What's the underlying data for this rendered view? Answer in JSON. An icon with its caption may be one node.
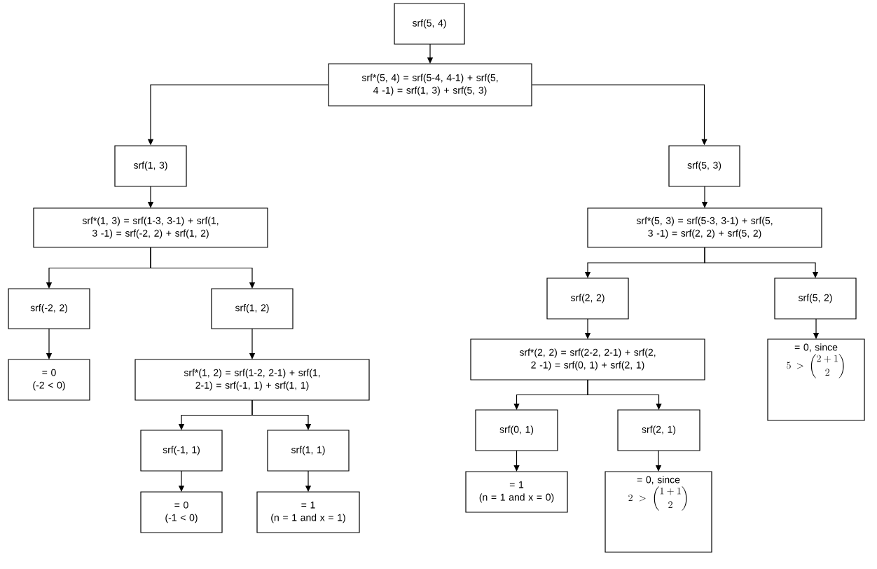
{
  "diagram": {
    "nodes": [
      {
        "text": [
          "srf(5, 4)"
        ]
      },
      {
        "text": [
          "srf*(5, 4) = srf(5-4, 4-1) + srf(5, 4 -1) = srf(1, 3) + srf(5, 3)"
        ]
      },
      {
        "text": [
          "srf(1, 3)"
        ]
      },
      {
        "text": [
          "srf*(1, 3) = srf(1-3, 3-1) + srf(1, 3 -1) = srf(-2, 2) + srf(1, 2)"
        ]
      },
      {
        "text": [
          "srf(-2, 2)"
        ]
      },
      {
        "text": [
          "srf(1, 2)"
        ]
      },
      {
        "text": [
          "= 0",
          "(-2 < 0)"
        ]
      },
      {
        "text": [
          "srf*(1, 2) = srf(1-2, 2-1) + srf(1, 2-1) = srf(-1, 1) + srf(1, 1)"
        ]
      },
      {
        "text": [
          "srf(-1, 1)"
        ]
      },
      {
        "text": [
          "srf(1, 1)"
        ]
      },
      {
        "text": [
          "= 0",
          "(-1 < 0)"
        ]
      },
      {
        "text": [
          "= 1",
          "(n = 1 and x = 1)"
        ]
      },
      {
        "text": [
          "srf(5, 3)"
        ]
      },
      {
        "text": [
          "srf*(5, 3) = srf(5-3, 3-1) + srf(5, 3 -1) = srf(2, 2) + srf(5, 2)"
        ]
      },
      {
        "text": [
          "srf(2, 2)"
        ]
      },
      {
        "text": [
          "srf(5, 2)"
        ]
      },
      {
        "text": [
          "srf*(2, 2) = srf(2-2, 2-1) + srf(2, 2 -1) = srf(0, 1) + srf(2, 1)"
        ]
      },
      {
        "text": [
          "= 0, since",
          "5 > \\binom{2+1}{2}"
        ]
      },
      {
        "text": [
          "srf(0, 1)"
        ]
      },
      {
        "text": [
          "srf(2, 1)"
        ]
      },
      {
        "text": [
          "= 1",
          "(n = 1 and x = 0)"
        ]
      },
      {
        "text": [
          "= 0, since",
          "2 > \\binom{1+1}{2}"
        ]
      }
    ],
    "edges": [
      {
        "from": 0,
        "to": 1,
        "arrow": "to"
      },
      {
        "from": 1,
        "to": 2,
        "arrow": "to"
      },
      {
        "from": 1,
        "to": 12,
        "arrow": "to"
      },
      {
        "from": 2,
        "to": 3,
        "arrow": "to"
      },
      {
        "from": 3,
        "to": 4,
        "arrow": "to"
      },
      {
        "from": 3,
        "to": 5,
        "arrow": "to"
      },
      {
        "from": 4,
        "to": 6,
        "arrow": "to"
      },
      {
        "from": 5,
        "to": 7,
        "arrow": "to"
      },
      {
        "from": 7,
        "to": 8,
        "arrow": "to"
      },
      {
        "from": 7,
        "to": 9,
        "arrow": "to"
      },
      {
        "from": 8,
        "to": 10,
        "arrow": "to"
      },
      {
        "from": 9,
        "to": 11,
        "arrow": "to"
      },
      {
        "from": 12,
        "to": 13,
        "arrow": "to"
      },
      {
        "from": 13,
        "to": 14,
        "arrow": "to"
      },
      {
        "from": 13,
        "to": 15,
        "arrow": "to"
      },
      {
        "from": 14,
        "to": 16,
        "arrow": "to"
      },
      {
        "from": 15,
        "to": 17,
        "arrow": "to"
      },
      {
        "from": 16,
        "to": 18,
        "arrow": "to"
      },
      {
        "from": 16,
        "to": 19,
        "arrow": "to"
      },
      {
        "from": 18,
        "to": 20,
        "arrow": "to"
      },
      {
        "from": 19,
        "to": 21,
        "arrow": "to"
      }
    ]
  }
}
